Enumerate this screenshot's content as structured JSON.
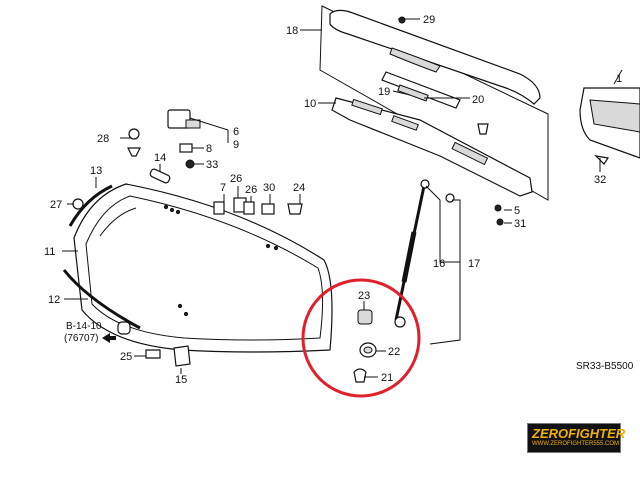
{
  "diagram": {
    "code": "SR33-B5500",
    "reference": {
      "line1": "B-14-10",
      "line2": "(76707)"
    },
    "callouts": {
      "c1": "1",
      "c5": "5",
      "c6": "6",
      "c7": "7",
      "c8": "8",
      "c9": "9",
      "c10": "10",
      "c11": "11",
      "c12": "12",
      "c13": "13",
      "c14": "14",
      "c15": "15",
      "c16": "16",
      "c17": "17",
      "c18": "18",
      "c19": "19",
      "c20": "20",
      "c21": "21",
      "c22": "22",
      "c23": "23",
      "c24": "24",
      "c25": "25",
      "c26a": "26",
      "c26b": "26",
      "c27": "27",
      "c28": "28",
      "c29": "29",
      "c30": "30",
      "c31": "31",
      "c32": "32",
      "c33": "33"
    },
    "highlight_color": "#e0202a"
  },
  "watermark": {
    "brand": "ZEROFIGHTER",
    "url": "WWW.ZEROFIGHTER555.COM"
  }
}
